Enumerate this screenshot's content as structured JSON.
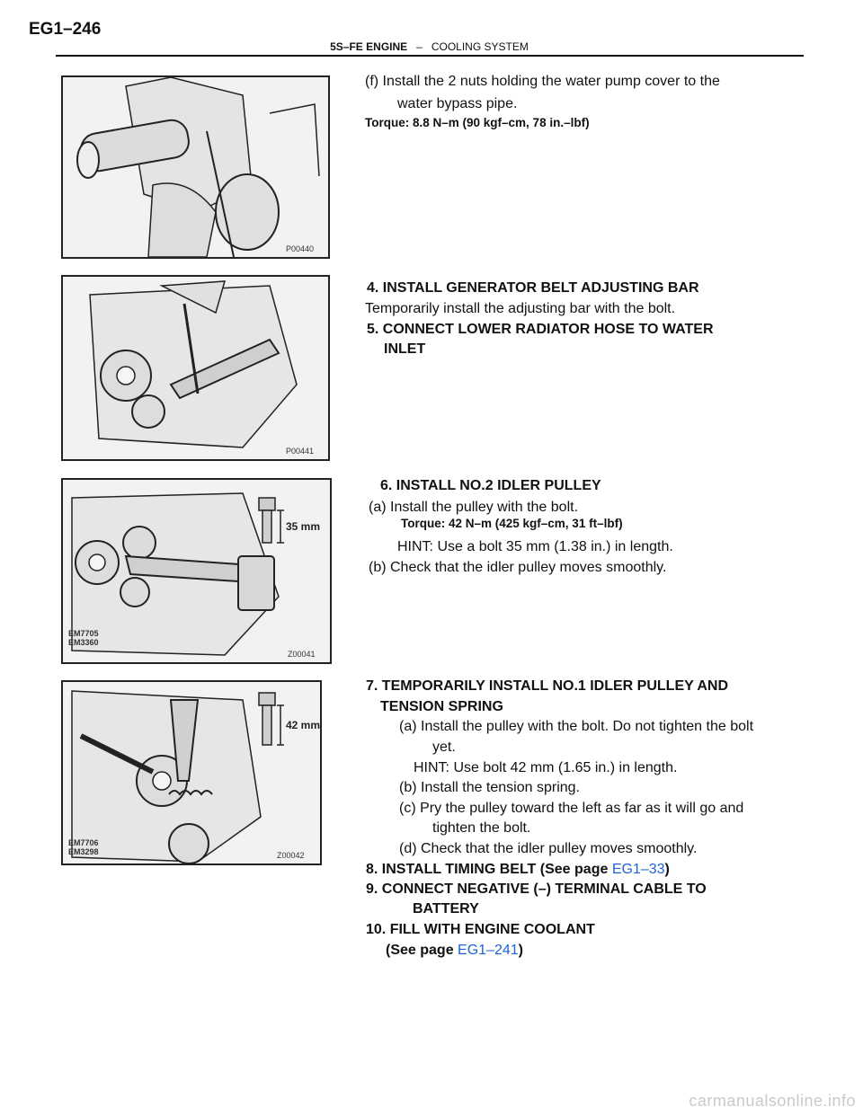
{
  "header": {
    "page_id": "EG1–246",
    "section": "5S–FE ENGINE",
    "separator": "–",
    "subsection": "COOLING SYSTEM"
  },
  "figures": [
    {
      "code": "P00440"
    },
    {
      "code": "P00441"
    },
    {
      "code": "Z00041",
      "stamp1": "EM7705",
      "stamp2": "EM3360",
      "dim": "35 mm"
    },
    {
      "code": "Z00042",
      "stamp1": "EM7706",
      "stamp2": "EM3298",
      "dim": "42 mm"
    }
  ],
  "block1": {
    "step_f_1": "(f) Install the 2 nuts holding the water pump cover to the",
    "step_f_2": "water bypass pipe.",
    "torque": "Torque: 8.8 N–m (90 kgf–cm, 78 in.–lbf)"
  },
  "block2": {
    "step4": "4. INSTALL GENERATOR BELT ADJUSTING BAR",
    "step4_text": "Temporarily install the adjusting bar with the bolt.",
    "step5_1": "5. CONNECT LOWER RADIATOR HOSE TO WATER",
    "step5_2": "INLET"
  },
  "block3": {
    "step6": "6. INSTALL NO.2 IDLER PULLEY",
    "a": "(a) Install the pulley with the bolt.",
    "torque": "Torque: 42 N–m (425 kgf–cm, 31 ft–lbf)",
    "hint": "HINT: Use a bolt 35 mm (1.38 in.) in length.",
    "b": "(b) Check that the idler pulley moves smoothly."
  },
  "block4": {
    "step7_1": "7. TEMPORARILY INSTALL NO.1 IDLER PULLEY AND",
    "step7_2": "TENSION SPRING",
    "a_1": "(a) Install the pulley with the bolt. Do not tighten the bolt",
    "a_2": "yet.",
    "hint": "HINT: Use bolt 42 mm (1.65 in.) in length.",
    "b": "(b) Install the tension spring.",
    "c_1": "(c) Pry the pulley toward the left as far as it will go and",
    "c_2": "tighten the bolt.",
    "d": "(d) Check that the idler pulley moves smoothly.",
    "step8_text": "8. INSTALL TIMING BELT (See page ",
    "step8_link": "EG1–33",
    "step8_close": ")",
    "step9_1": "9. CONNECT NEGATIVE (–) TERMINAL CABLE TO",
    "step9_2": "BATTERY",
    "step10_1": "10. FILL WITH ENGINE COOLANT",
    "step10_2_text": "(See page ",
    "step10_2_link": "EG1–241",
    "step10_2_close": ")"
  },
  "footer": {
    "watermark": "carmanualsonline.info"
  }
}
